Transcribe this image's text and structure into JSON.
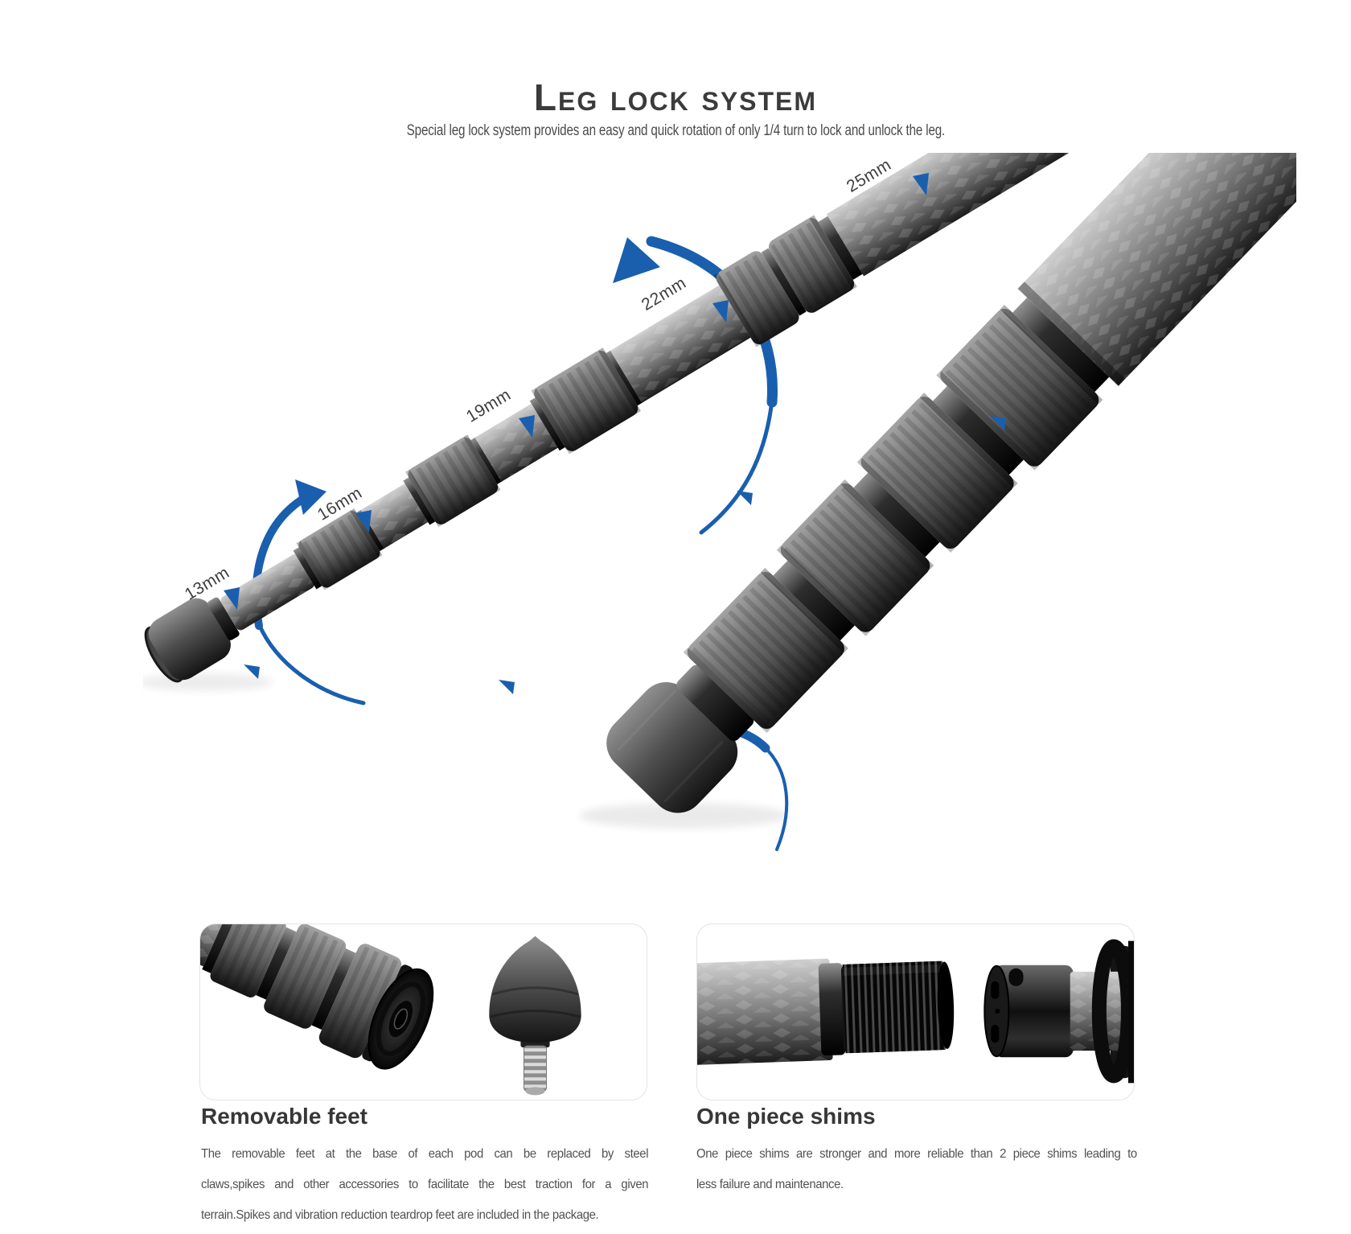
{
  "header": {
    "title": "Leg lock system",
    "subtitle": "Special leg lock system provides an easy and quick rotation of only 1/4 turn to  lock and unlock the leg."
  },
  "hero": {
    "accent_color": "#1a5fae",
    "labels": [
      {
        "text": "25mm"
      },
      {
        "text": "22mm"
      },
      {
        "text": "19mm"
      },
      {
        "text": "16mm"
      },
      {
        "text": "13mm"
      }
    ],
    "icons": [
      "rotation-arrow-icon",
      "pointer-arrow-icon"
    ]
  },
  "features": [
    {
      "heading": "Removable feet",
      "image": "leg-end-with-removable-foot-photo",
      "body_lines": [
        "The removable feet at the base of each pod can be replaced by steel",
        "claws,spikes and other accessories to facilitate the best traction for a given",
        "terrain.Spikes and vibration reduction teardrop feet are included in the package."
      ]
    },
    {
      "heading": "One piece shims",
      "image": "one-piece-shim-and-threaded-tube-photo",
      "body_lines": [
        "One piece shims are stronger and more reliable than 2 piece shims leading to",
        "less failure and maintenance."
      ]
    }
  ]
}
